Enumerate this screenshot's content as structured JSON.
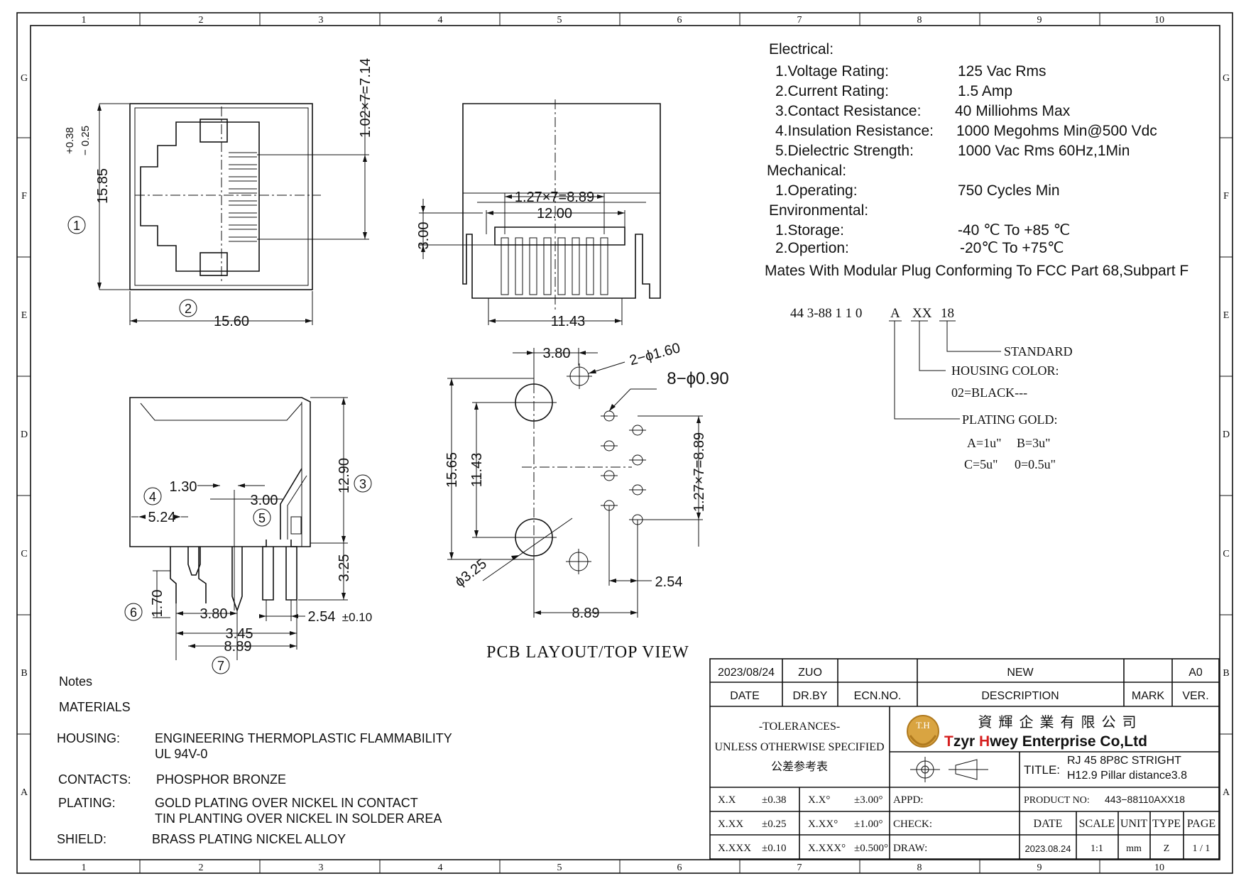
{
  "frame": {
    "columns": [
      "1",
      "2",
      "3",
      "4",
      "5",
      "6",
      "7",
      "8",
      "9",
      "10"
    ],
    "rows": [
      "G",
      "F",
      "E",
      "D",
      "C",
      "B",
      "A"
    ]
  },
  "front_view": {
    "dim_height": "15.85",
    "tol_plus": "+0.38",
    "tol_minus": "− 0.25",
    "dim_width": "15.60",
    "dim_pitch": "1.02×7=7.14",
    "balloon_1": "1",
    "balloon_2": "2"
  },
  "top_view": {
    "dim_pitch": "1.27×7=8.89",
    "dim_12": "12.00",
    "dim_3": "3.00",
    "dim_1143": "11.43"
  },
  "side_view": {
    "dim_1290": "12.90",
    "dim_325": "3.25",
    "dim_130": "1.30",
    "dim_300": "3.00",
    "dim_524": "5.24",
    "dim_170": "1.70",
    "dim_380": "3.80",
    "dim_254": "2.54",
    "dim_254_tol": "±0.10",
    "dim_345": "3.45",
    "dim_889": "8.89",
    "balloon_3": "3",
    "balloon_4": "4",
    "balloon_5": "5",
    "balloon_6": "6",
    "balloon_7": "7"
  },
  "pcb_layout": {
    "dim_380": "3.80",
    "hole_2": "2−ϕ1.60",
    "hole_8": "8−ϕ0.90",
    "dim_1565": "15.65",
    "dim_1143": "11.43",
    "dim_pitch": "1.27×7=8.89",
    "dim_325": "ϕ3.25",
    "dim_254": "2.54",
    "dim_889": "8.89",
    "caption": "PCB LAYOUT/TOP VIEW"
  },
  "specs": {
    "electrical_title": "Electrical:",
    "electrical": [
      {
        "label": "1.Voltage Rating:",
        "value": "125 Vac Rms"
      },
      {
        "label": "2.Current Rating:",
        "value": "1.5 Amp"
      },
      {
        "label": "3.Contact Resistance:",
        "value": "40 Milliohms Max"
      },
      {
        "label": "4.Insulation Resistance:",
        "value": "1000 Megohms Min@500 Vdc"
      },
      {
        "label": "5.Dielectric Strength:",
        "value": "1000 Vac Rms 60Hz,1Min"
      }
    ],
    "mechanical_title": "Mechanical:",
    "mechanical": [
      {
        "label": "1.Operating:",
        "value": "750 Cycles Min"
      }
    ],
    "environmental_title": "Environmental:",
    "environmental": [
      {
        "label": "1.Storage:",
        "value": "-40 ℃ To +85 ℃"
      },
      {
        "label": "2.Opertion:",
        "value": "-20℃ To +75℃"
      }
    ],
    "mates": "Mates With Modular Plug Conforming To FCC Part 68,Subpart F"
  },
  "part_code": {
    "code_prefix": "44 3-88 1 1 0",
    "code_a": "A",
    "code_xx": "XX",
    "code_18": "18",
    "standard": "STANDARD",
    "housing_color": "HOUSING COLOR:",
    "black": "02=BLACK---",
    "plating": "PLATING GOLD:",
    "opt_a": "A=1u\"",
    "opt_b": "B=3u\"",
    "opt_c": "C=5u\"",
    "opt_0": "0=0.5u\""
  },
  "notes": {
    "title": "Notes",
    "materials": "MATERIALS",
    "rows": [
      {
        "label": "HOUSING:",
        "value": "ENGINEERING THERMOPLASTIC FLAMMABILITY",
        "value2": "UL 94V-0"
      },
      {
        "label": "CONTACTS:",
        "value": "PHOSPHOR BRONZE",
        "value2": ""
      },
      {
        "label": "PLATING:",
        "value": "GOLD PLATING OVER NICKEL IN CONTACT",
        "value2": "TIN PLANTING OVER NICKEL IN SOLDER AREA"
      },
      {
        "label": "SHIELD:",
        "value": "BRASS PLATING NICKEL ALLOY",
        "value2": ""
      }
    ]
  },
  "title_block": {
    "rev_date": "2023/08/24",
    "rev_drby": "ZUO",
    "rev_desc": "NEW",
    "rev_ver": "A0",
    "h_date": "DATE",
    "h_drby": "DR.BY",
    "h_ecn": "ECN.NO.",
    "h_desc": "DESCRIPTION",
    "h_mark": "MARK",
    "h_ver": "VER.",
    "tol_title": "-TOLERANCES-",
    "tol_unless": "UNLESS OTHERWISE SPECIFIED",
    "tol_cn": "公差参考表",
    "logo_text": "T.H",
    "company_cn": "資 輝 企 業 有 限 公 司",
    "company_t": "T",
    "company_zyr": "zyr ",
    "company_h": "H",
    "company_rest": "wey Enterprise Co,Ltd",
    "title_label": "TITLE:",
    "title_line1": "RJ 45 8P8C  STRIGHT",
    "title_line2": "H12.9 Pillar distance3.8",
    "tol_rows": [
      {
        "a": "X.X",
        "b": "±0.38",
        "c": "X.X°",
        "d": "±3.00°"
      },
      {
        "a": "X.XX",
        "b": "±0.25",
        "c": "X.XX°",
        "d": "±1.00°"
      },
      {
        "a": "X.XXX",
        "b": "±0.10",
        "c": "X.XXX°",
        "d": "±0.500°"
      }
    ],
    "appd": "APPD:",
    "check": "CHECK:",
    "draw": "DRAW:",
    "product_label": "PRODUCT NO:",
    "product_no": "443−88110AXX18",
    "h2_date": "DATE",
    "h2_scale": "SCALE",
    "h2_unit": "UNIT",
    "h2_type": "TYPE",
    "h2_page": "PAGE",
    "v_date": "2023.08.24",
    "v_scale": "1:1",
    "v_unit": "mm",
    "v_type": "Z",
    "v_page": "1 / 1"
  }
}
